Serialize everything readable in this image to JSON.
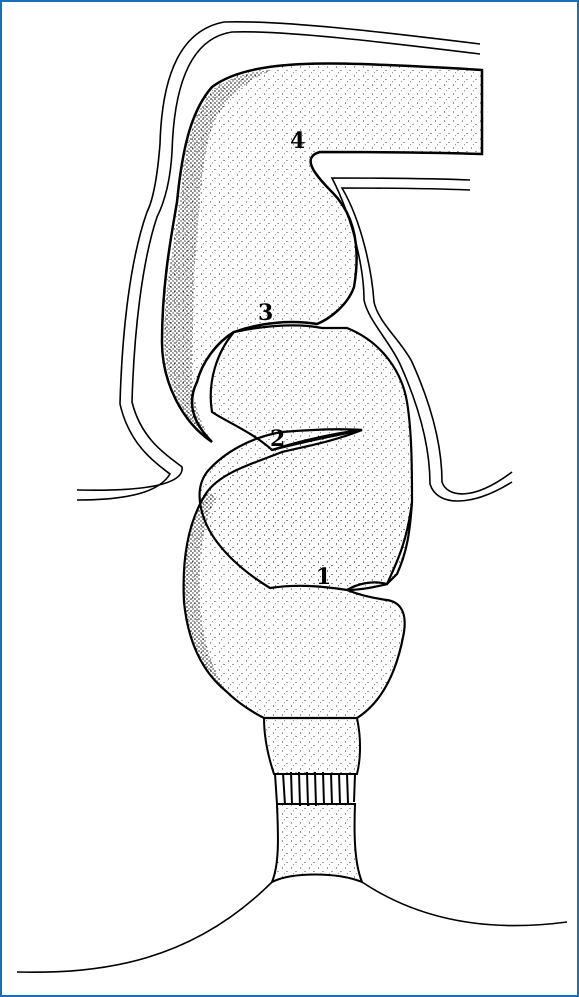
{
  "colors": {
    "border": "#1a6fb4",
    "ink": "#000000",
    "background": "#ffffff"
  },
  "labels": {
    "one": "1",
    "two": "2",
    "three": "3",
    "four": "4"
  }
}
